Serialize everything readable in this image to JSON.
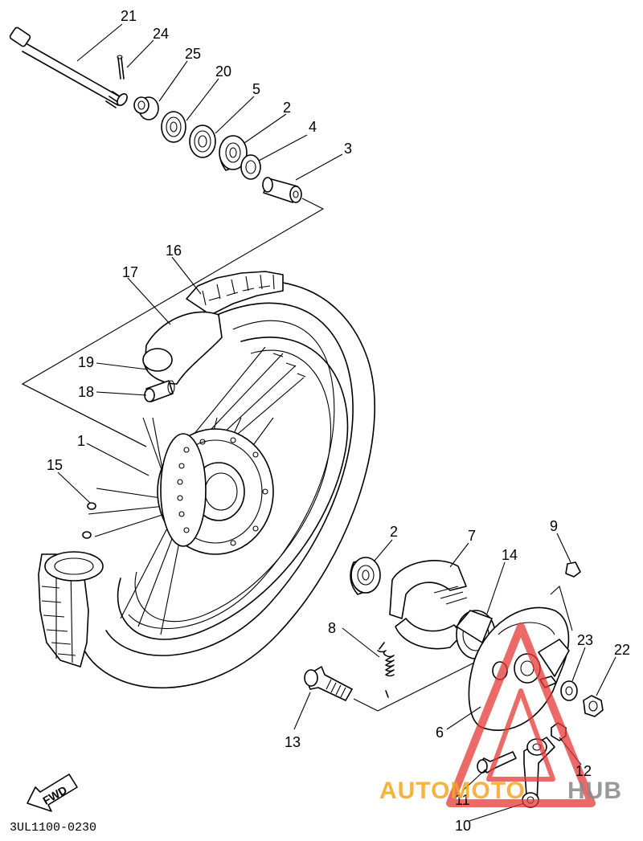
{
  "diagram": {
    "drawing_code": "3UL1100-0230",
    "direction_label": "FWD",
    "callouts": [
      "21",
      "24",
      "25",
      "20",
      "5",
      "2",
      "4",
      "3",
      "16",
      "17",
      "19",
      "18",
      "1",
      "15",
      "2",
      "7",
      "14",
      "9",
      "8",
      "23",
      "22",
      "13",
      "6",
      "12",
      "11",
      "10"
    ]
  },
  "watermark": {
    "part1": "AUTOMOTO",
    "part2": "HUB",
    "color_part1": "#f5a623",
    "color_part2": "#888888",
    "logo_color": "#e53935"
  }
}
